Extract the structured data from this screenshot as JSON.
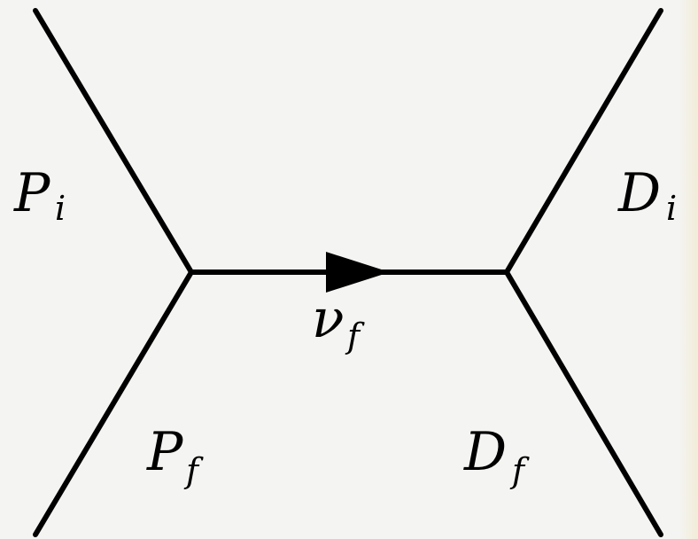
{
  "diagram": {
    "line_color": "#000000",
    "background_color": "#f4f4f2",
    "labels": {
      "p_initial": {
        "main": "P",
        "sub": "i"
      },
      "p_final": {
        "main": "P",
        "sub": "f"
      },
      "d_initial": {
        "main": "D",
        "sub": "i"
      },
      "d_final": {
        "main": "D",
        "sub": "f"
      },
      "propagator": {
        "main": "ν",
        "sub": "f"
      }
    }
  }
}
